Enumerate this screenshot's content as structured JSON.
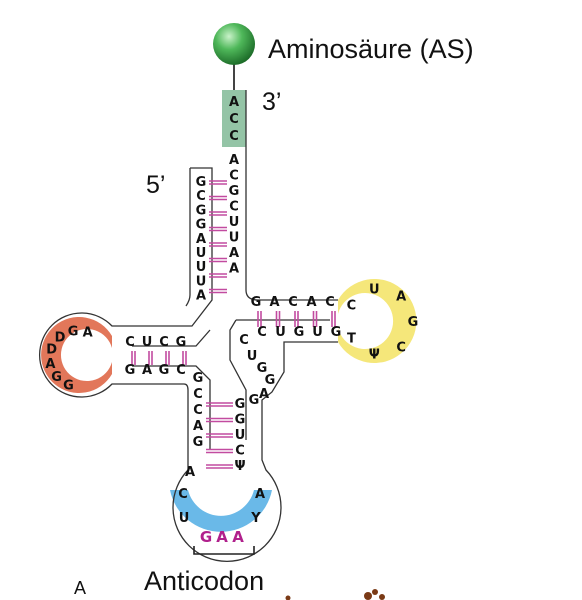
{
  "labels": {
    "amino_acid": "Aminosäure (AS)",
    "three_prime": "3’",
    "five_prime": "5’",
    "anticodon": "Anticodon",
    "panel": "A"
  },
  "colors": {
    "acceptor_box": "#94c4a6",
    "d_loop": "#e2775a",
    "t_loop": "#f5e77a",
    "anticodon_loop": "#6ab9e8",
    "anticodon_letters": "#b0208c",
    "pair_lines": "#c24ba0",
    "sphere": "#2e9e3c"
  },
  "strands": {
    "acceptor_end": [
      "A",
      "C",
      "C"
    ],
    "acceptor_3p": [
      "A",
      "C",
      "G",
      "C",
      "U",
      "U",
      "A",
      "A"
    ],
    "acceptor_5p": [
      "G",
      "C",
      "G",
      "G",
      "A",
      "U",
      "U",
      "U",
      "A"
    ],
    "t_stem_top": [
      "G",
      "A",
      "C",
      "A",
      "C"
    ],
    "t_loop": [
      "C",
      "U",
      "A",
      "G",
      "C",
      "Ψ",
      "T"
    ],
    "t_stem_bottom": [
      "C",
      "U",
      "G",
      "U",
      "G"
    ],
    "variable": [
      "C",
      "U",
      "G",
      "G",
      "A",
      "G"
    ],
    "d_stem_top": [
      "C",
      "U",
      "C",
      "G"
    ],
    "d_loop": [
      "A",
      "G",
      "D",
      "D",
      "A",
      "G",
      "G"
    ],
    "d_stem_bottom": [
      "G",
      "A",
      "G",
      "C"
    ],
    "ac_stem_left": [
      "G",
      "C",
      "C",
      "A",
      "G"
    ],
    "ac_stem_right": [
      "G",
      "G",
      "U",
      "C",
      "Ψ"
    ],
    "ac_loop": [
      "A",
      "C",
      "U",
      "G",
      "A",
      "A",
      "Y",
      "A"
    ],
    "anticodon": [
      "G",
      "A",
      "A"
    ]
  }
}
